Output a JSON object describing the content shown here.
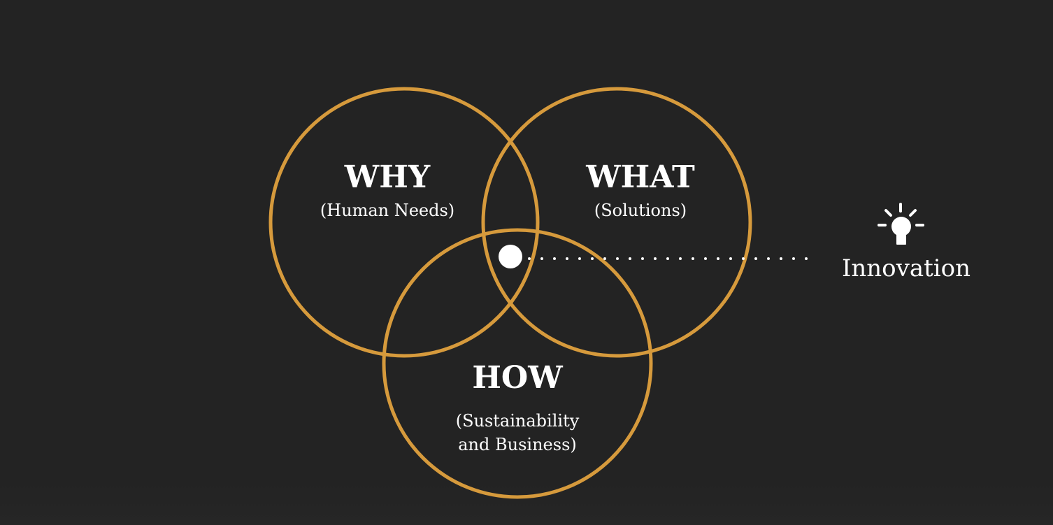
{
  "diagram": {
    "accent_color": "#D69A3C",
    "background_color": "#232323",
    "why": {
      "title": "WHY",
      "subtitle": "(Human Needs)"
    },
    "what": {
      "title": "WHAT",
      "subtitle": "(Solutions)"
    },
    "how": {
      "title": "HOW",
      "subtitle_line1": "(Sustainability",
      "subtitle_line2": "and Business)"
    },
    "callout": {
      "label": "Innovation",
      "icon": "lightbulb-icon"
    }
  }
}
